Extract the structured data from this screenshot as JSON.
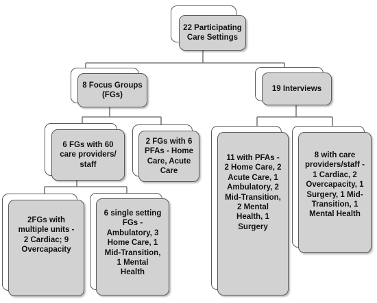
{
  "diagram": {
    "root": {
      "lines": [
        "22 Participating",
        "Care Settings"
      ]
    },
    "focus_groups": {
      "lines": [
        "8 Focus Groups",
        "(FGs)"
      ]
    },
    "interviews": {
      "lines": [
        "19 Interviews"
      ]
    },
    "fg_providers": {
      "lines": [
        "6 FGs with 60",
        "care providers/",
        "staff"
      ]
    },
    "fg_pfas": {
      "lines": [
        "2 FGs with 6",
        "PFAs - Home",
        "Care, Acute",
        "Care"
      ]
    },
    "fg_multi_unit": {
      "lines": [
        "2FGs with",
        "multiple units -",
        "2 Cardiac; 9",
        "Overcapacity"
      ]
    },
    "fg_single_setting": {
      "lines": [
        "6 single setting",
        "FGs -",
        "Ambulatory, 3",
        "Home Care, 1",
        "Mid-Transition,",
        "1 Mental",
        "Health"
      ]
    },
    "int_pfas": {
      "lines": [
        "11 with PFAs -",
        "2 Home Care, 2",
        "Acute Care, 1",
        "Ambulatory, 2",
        "Mid-Transition,",
        "2 Mental",
        "Health, 1",
        "Surgery"
      ]
    },
    "int_providers": {
      "lines": [
        "8 with care",
        "providers/staff -",
        "1 Cardiac, 2",
        "Overcapacity, 1",
        "Surgery, 1 Mid-",
        "Transition, 1",
        "Mental Health"
      ]
    }
  }
}
